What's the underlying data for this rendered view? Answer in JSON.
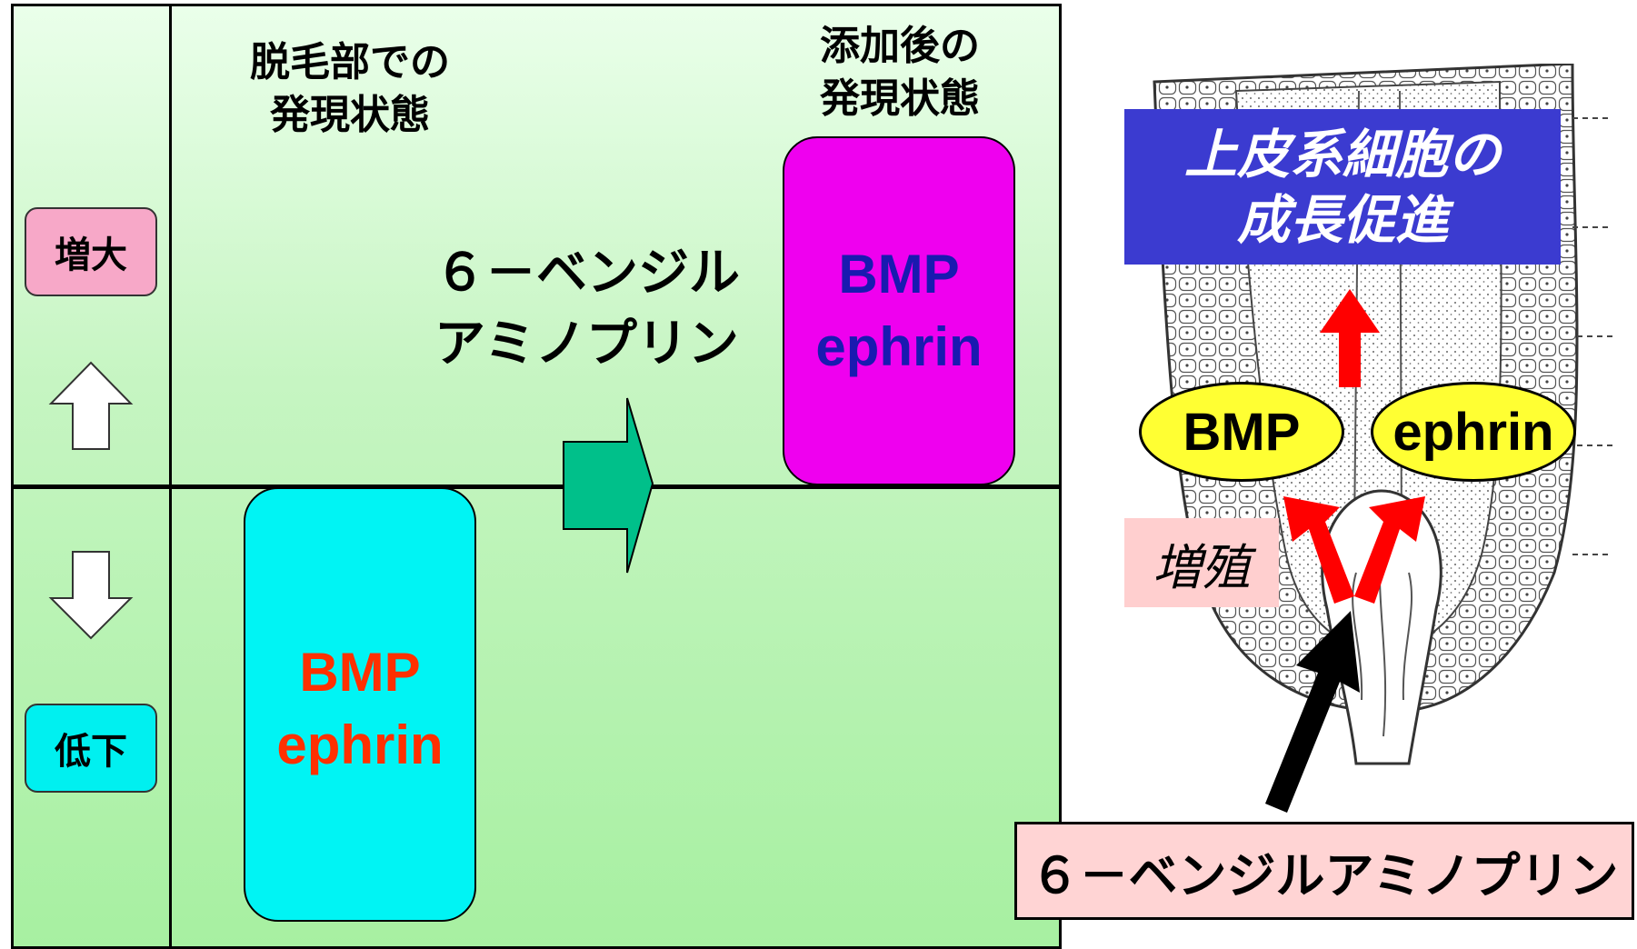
{
  "left": {
    "heading_before_line1": "脱毛部での",
    "heading_before_line2": "発現状態",
    "heading_after_line1": "添加後の",
    "heading_after_line2": "発現状態",
    "tag_increase": "増大",
    "tag_decrease": "低下",
    "treatment_line1": "６－ベンジル",
    "treatment_line2": "アミノプリン",
    "box_after": {
      "line1": "BMP",
      "line2": "ephrin"
    },
    "box_before": {
      "line1": "BMP",
      "line2": "ephrin"
    }
  },
  "right": {
    "title_line1": "上皮系細胞の",
    "title_line2": "成長促進",
    "ellipse_left": "BMP",
    "ellipse_right": "ephrin",
    "proliferation": "増殖",
    "compound": "６－ベンジルアミノプリン"
  },
  "colors": {
    "panel_green_top": "#eaffea",
    "panel_green_bottom": "#a7f0a1",
    "tag_increase": "#f7a8c8",
    "tag_decrease": "#00f0f0",
    "box_after_fill": "#ef00ef",
    "box_after_text": "#1a1ab0",
    "box_before_fill": "#00f4f4",
    "box_before_text": "#ff3000",
    "treatment_arrow": "#00c08a",
    "title_fill": "#3b3bd0",
    "ellipse_fill": "#ffff33",
    "proliferation_fill": "#ffcfcf",
    "red_arrow": "#ff0000",
    "compound_fill": "#ffd4d4"
  }
}
